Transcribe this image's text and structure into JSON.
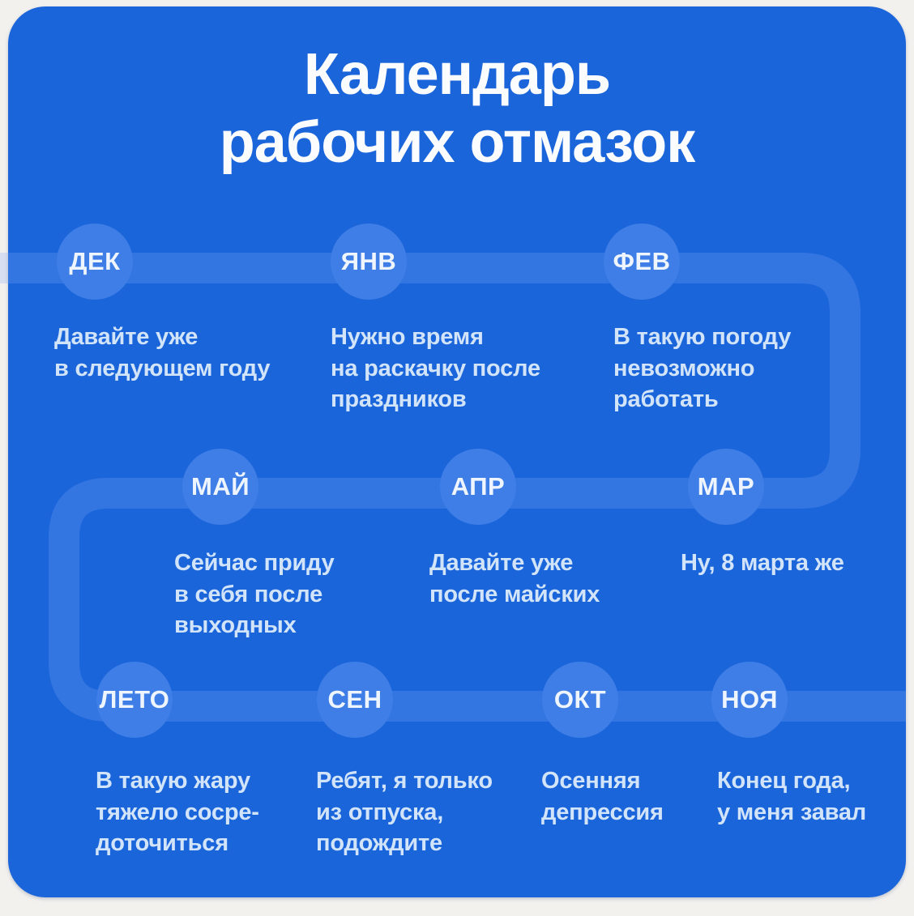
{
  "title": {
    "line1": "Календарь",
    "line2": "рабочих отмазок"
  },
  "colors": {
    "page_background": "#f2f1ee",
    "card_background": "#1b65db",
    "band": "#3376e2",
    "circle": "#3f7ee6",
    "title_text": "#fbfcfe",
    "month_text": "#eef5ff",
    "excuse_text": "#d2e4fa"
  },
  "timeline": {
    "months": [
      {
        "label": "ДЕК",
        "lines": [
          "Давайте уже",
          "в следующем году"
        ]
      },
      {
        "label": "ЯНВ",
        "lines": [
          "Нужно время",
          "на раскачку после",
          "праздников"
        ]
      },
      {
        "label": "ФЕВ",
        "lines": [
          "В такую погоду",
          "невозможно",
          "работать"
        ]
      },
      {
        "label": "МАЙ",
        "lines": [
          "Сейчас приду",
          "в себя после",
          "выходных"
        ]
      },
      {
        "label": "АПР",
        "lines": [
          "Давайте уже",
          "после майских"
        ]
      },
      {
        "label": "МАР",
        "lines": [
          "Ну, 8 марта же"
        ]
      },
      {
        "label": "ЛЕТО",
        "lines": [
          "В такую жару",
          "тяжело сосре-",
          "доточиться"
        ]
      },
      {
        "label": "СЕН",
        "lines": [
          "Ребят, я только",
          "из отпуска,",
          "подождите"
        ]
      },
      {
        "label": "ОКТ",
        "lines": [
          "Осенняя",
          "депрессия"
        ]
      },
      {
        "label": "НОЯ",
        "lines": [
          "Конец года,",
          "у меня завал"
        ]
      }
    ]
  }
}
